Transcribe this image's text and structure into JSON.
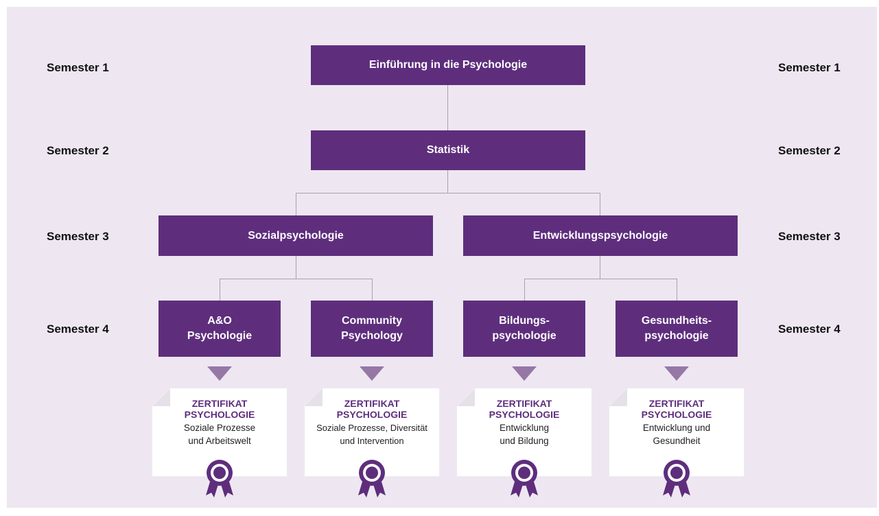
{
  "semesters": {
    "left": [
      "Semester 1",
      "Semester 2",
      "Semester 3",
      "Semester 4"
    ],
    "right": [
      "Semester 1",
      "Semester 2",
      "Semester 3",
      "Semester 4"
    ]
  },
  "nodes": {
    "intro": "Einführung in die Psychologie",
    "statistik": "Statistik",
    "sozial": "Sozialpsychologie",
    "entwicklung": "Entwicklungspsychologie",
    "ao": [
      "A&O",
      "Psychologie"
    ],
    "community": [
      "Community",
      "Psychology"
    ],
    "bildung": [
      "Bildungs-",
      "psychologie"
    ],
    "gesundheit": [
      "Gesundheits-",
      "psychologie"
    ]
  },
  "certificates": [
    {
      "title1": "ZERTIFIKAT",
      "title2": "PSYCHOLOGIE",
      "line1": "Soziale Prozesse",
      "line2": "und Arbeitswelt"
    },
    {
      "title1": "ZERTIFIKAT",
      "title2": "PSYCHOLOGIE",
      "line1": "Soziale Prozesse, Diversität",
      "line2": "und Intervention"
    },
    {
      "title1": "ZERTIFIKAT",
      "title2": "PSYCHOLOGIE",
      "line1": "Entwicklung",
      "line2": "und Bildung"
    },
    {
      "title1": "ZERTIFIKAT",
      "title2": "PSYCHOLOGIE",
      "line1": "Entwicklung und",
      "line2": "Gesundheit"
    }
  ],
  "colors": {
    "background": "#eee7f1",
    "box": "#5e2e7d",
    "arrow": "#9678a6",
    "connector": "#a9a2ae",
    "medal": "#5e2e7d"
  }
}
